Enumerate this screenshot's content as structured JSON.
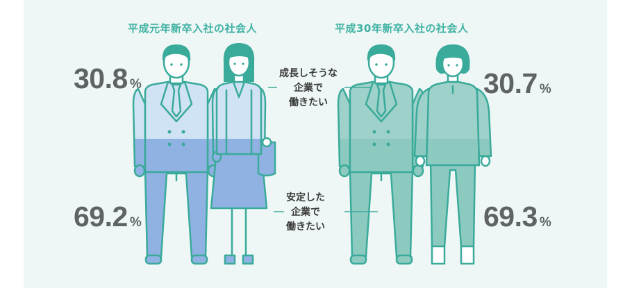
{
  "chart_data": {
    "type": "bar",
    "categories": [
      "平成元年新卒入社の社会人",
      "平成30年新卒入社の社会人"
    ],
    "series": [
      {
        "name": "成長しそうな企業で働きたい",
        "values": [
          30.8,
          30.7
        ]
      },
      {
        "name": "安定した企業で働きたい",
        "values": [
          69.2,
          69.3
        ]
      }
    ],
    "unit": "%",
    "ylim": [
      0,
      100
    ]
  },
  "labels": {
    "title_left": "平成元年新卒入社の社会人",
    "title_right": "平成30年新卒入社の社会人",
    "callout_top": [
      "成長しそうな",
      "企業で",
      "働きたい"
    ],
    "callout_bottom": [
      "安定した",
      "企業で",
      "働きたい"
    ],
    "left_top_value": "30.8",
    "left_bottom_value": "69.2",
    "right_top_value": "30.7",
    "right_bottom_value": "69.3",
    "percent_sign": "%"
  },
  "colors": {
    "panel_bg": "#eef7f6",
    "outline": "#3aaa9a",
    "heisei_top": "#cfe3f4",
    "heisei_bottom": "#8fb2e3",
    "h30_top": "#9ed1c9",
    "h30_bottom": "#8ccac0",
    "title_text": "#3fb1a3",
    "value_text": "#5f6366"
  }
}
